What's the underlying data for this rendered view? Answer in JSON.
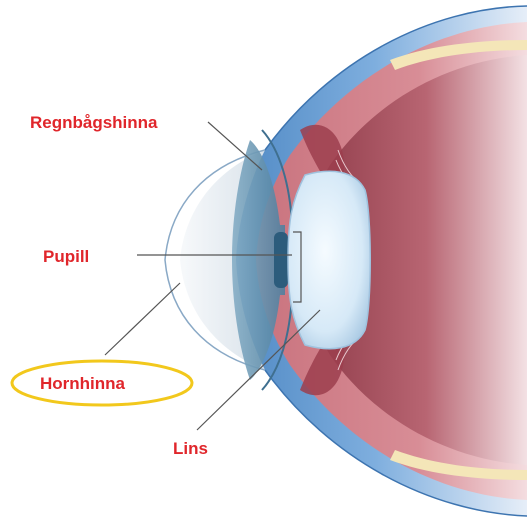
{
  "diagram": {
    "labels": {
      "iris": "Regnbågshinna",
      "pupil": "Pupill",
      "cornea": "Hornhinna",
      "lens": "Lins"
    },
    "highlighted_label": "Hornhinna",
    "colors": {
      "label_text": "#e0262b",
      "highlight_ring": "#f2c81c",
      "leader_line": "#555555",
      "sclera_outer": "#5b95cf",
      "choroid": "#b4535f",
      "vitreous": "#a94a57",
      "lens": "#d9ecf9",
      "cornea": "#eef3f7",
      "iris": "#6f9bb6"
    }
  }
}
